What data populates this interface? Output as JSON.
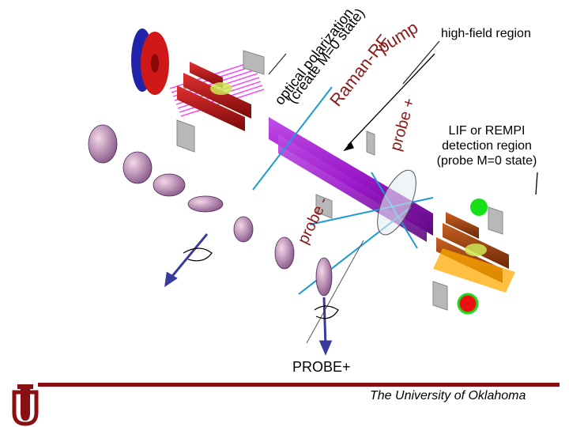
{
  "labels": {
    "pump": "pump",
    "optical_polarization": "optical polarization",
    "create_state": "(create M=0 state)",
    "raman_rf": "Raman-RF",
    "probe_plus_vertical": "probe +",
    "probe_minus": "probe -",
    "high_field": "high-field region",
    "lif_line1": "LIF or REMPI",
    "lif_line2": "detection region",
    "lif_line3": "(probe M=0 state)",
    "probe_plus_caption": "PROBE+",
    "university": "The University of Oklahoma"
  },
  "colors": {
    "crimson": "#8a0f12",
    "beam_magenta": "#ff33ff",
    "beam_orange": "#ffaa00",
    "beam_tube": "#9a18c8",
    "laser_blue": "#1e9ad6",
    "electrode_red": "#b31212",
    "electrode_brown": "#a04410",
    "marker_green": "#18e018",
    "marker_red": "#ee1111",
    "arrow_navy": "#3a3a9c"
  }
}
